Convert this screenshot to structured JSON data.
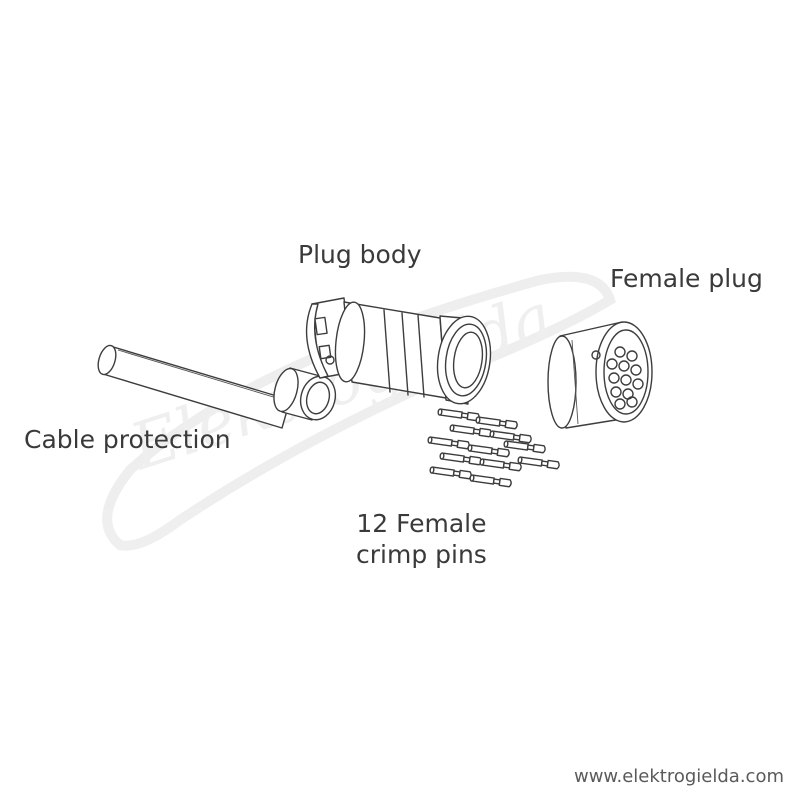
{
  "labels": {
    "plug_body": "Plug body",
    "female_plug": "Female plug",
    "cable_protection": "Cable protection",
    "pins_line1": "12 Female",
    "pins_line2": "crimp pins"
  },
  "footer": {
    "url": "www.elektrogielda.com"
  },
  "watermark": {
    "text": "Elektrogielda"
  },
  "colors": {
    "line": "#3d3d3d",
    "text": "#3a3a3a",
    "watermark": "#e6e6e6"
  }
}
